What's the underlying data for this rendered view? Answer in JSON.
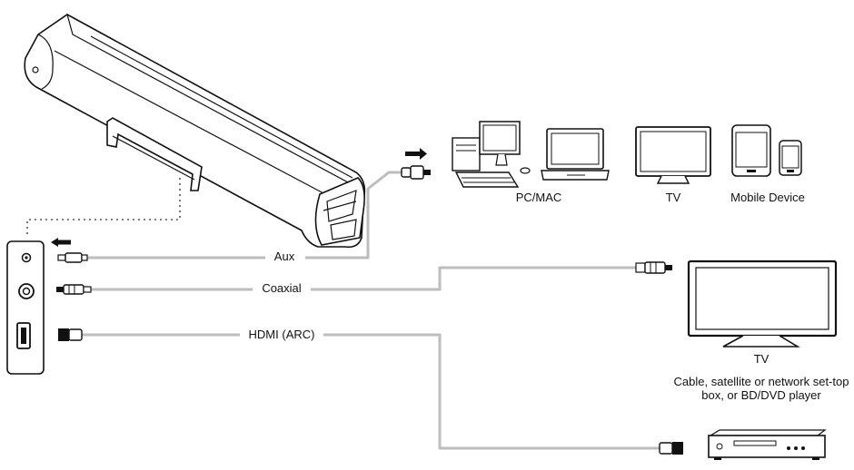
{
  "cables": {
    "aux": "Aux",
    "coaxial": "Coaxial",
    "hdmi": "HDMI (ARC)"
  },
  "devices": {
    "pc_mac": "PC/MAC",
    "tv_top": "TV",
    "mobile": "Mobile Device",
    "tv_right": "TV",
    "settop_line1": "Cable, satellite or network set-top",
    "settop_line2": "box, or BD/DVD player"
  },
  "colors": {
    "cable": "#bdbdbd",
    "outline": "#111111"
  }
}
